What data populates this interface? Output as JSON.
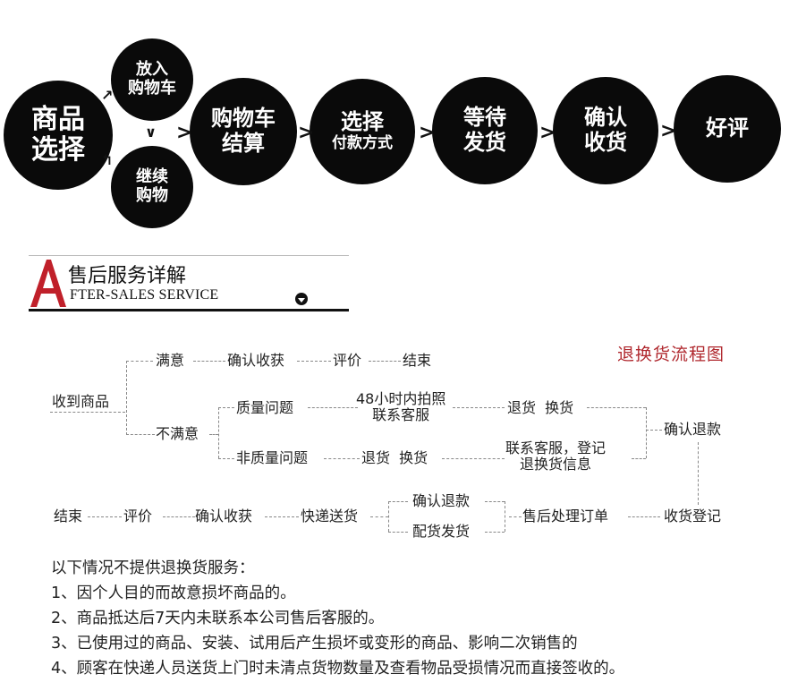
{
  "shopping_flow": {
    "steps": [
      {
        "id": "select_product",
        "lines": [
          "商品",
          "选择"
        ]
      },
      {
        "id": "add_to_cart",
        "lines": [
          "放入",
          "购物车"
        ]
      },
      {
        "id": "continue_shopping",
        "lines": [
          "继续",
          "购物"
        ]
      },
      {
        "id": "cart_checkout",
        "lines": [
          "购物车",
          "结算"
        ]
      },
      {
        "id": "choose_payment",
        "lines": [
          "选择",
          "付款方式"
        ]
      },
      {
        "id": "await_shipping",
        "lines": [
          "等待",
          "发货"
        ]
      },
      {
        "id": "confirm_receipt",
        "lines": [
          "确认",
          "收货"
        ]
      },
      {
        "id": "good_review",
        "lines": [
          "好评"
        ]
      }
    ],
    "arrow_glyph": ">",
    "circle_color": "#0a0a0a"
  },
  "after_sales_header": {
    "logo_letter": "A",
    "logo_color": "#c0202a",
    "title": "售后服务详解",
    "subtitle": "FTER-SALES SERVICE"
  },
  "return_flow": {
    "title": "退换货流程图",
    "title_color": "#b0282e",
    "nodes": {
      "received": "收到商品",
      "satisfied": "满意",
      "confirm_receipt_1": "确认收获",
      "review_1": "评价",
      "end_1": "结束",
      "unsatisfied": "不满意",
      "quality_issue": "质量问题",
      "photo_line1": "48小时内拍照",
      "photo_line2": "联系客服",
      "return_exchange_1": "退货  换货",
      "non_quality_issue": "非质量问题",
      "return_exchange_2": "退货  换货",
      "register_line1": "联系客服，登记",
      "register_line2": "退换货信息",
      "confirm_refund": "确认退款",
      "goods_register": "收货登记",
      "process_order": "售后处理订单",
      "confirm_refund_2": "确认退款",
      "reship": "配货发货",
      "express_delivery": "快递送货",
      "confirm_receipt_2": "确认收获",
      "review_2": "评价",
      "end_2": "结束"
    }
  },
  "notes": {
    "heading": "以下情况不提供退换货服务：",
    "items": [
      "1、因个人目的而故意损坏商品的。",
      "2、商品抵达后7天内未联系本公司售后客服的。",
      "3、已使用过的商品、安装、试用后产生损坏或变形的商品、影响二次销售的",
      "4、顾客在快递人员送货上门时未清点货物数量及查看物品受损情况而直接签收的。"
    ]
  }
}
